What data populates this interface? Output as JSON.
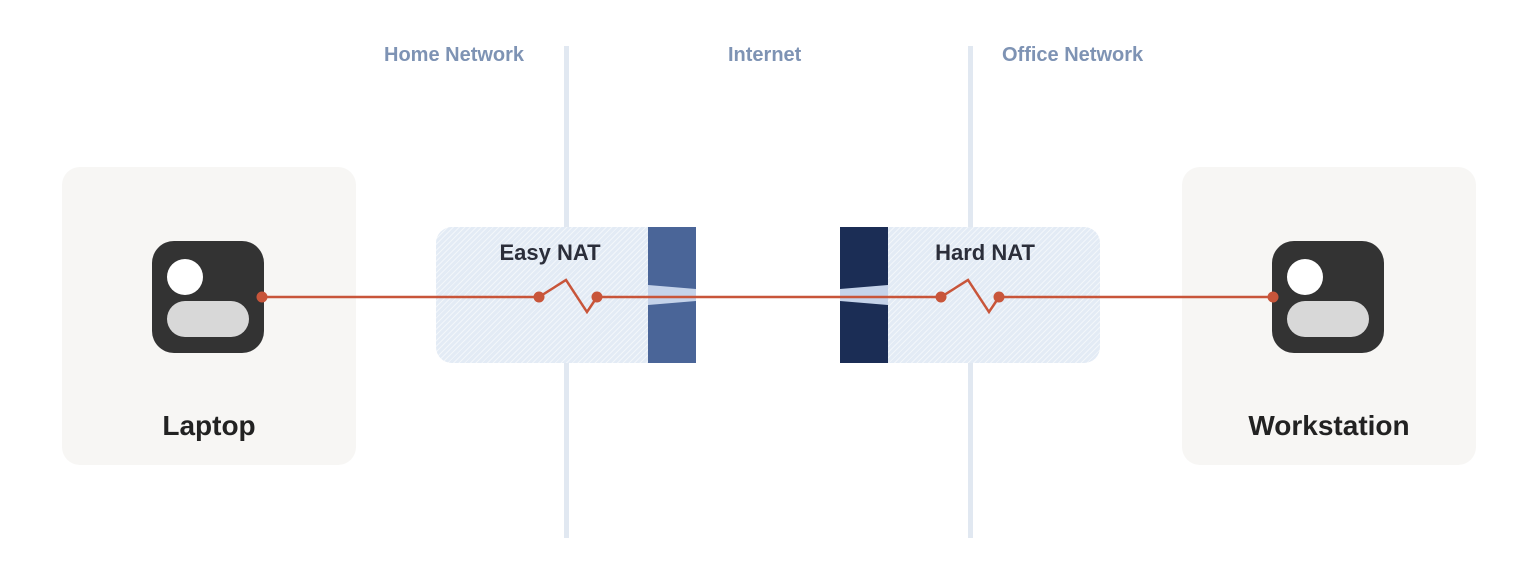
{
  "zones": {
    "home": "Home Network",
    "internet": "Internet",
    "office": "Office Network"
  },
  "devices": {
    "left": {
      "label": "Laptop",
      "icon": "user-device-icon"
    },
    "right": {
      "label": "Workstation",
      "icon": "user-device-icon"
    }
  },
  "nats": {
    "easy": {
      "label": "Easy NAT",
      "firewall_color": "#4a6598"
    },
    "hard": {
      "label": "Hard NAT",
      "firewall_color": "#1b2d55"
    }
  },
  "colors": {
    "link": "#c8553a",
    "nat_fill": "#e3ebf5",
    "card_fill": "#f7f6f4",
    "zone_label": "#7e93b4"
  }
}
